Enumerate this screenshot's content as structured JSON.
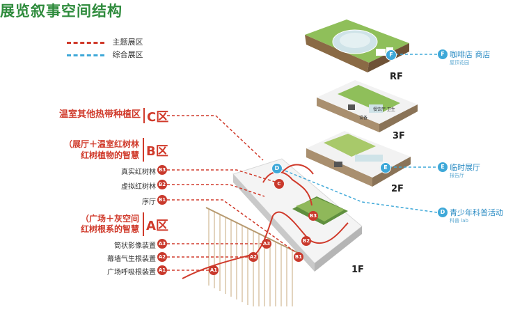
{
  "title": "展览叙事空间结构",
  "legend": [
    {
      "label": "主题展区",
      "color": "#d03a2b"
    },
    {
      "label": "综合展区",
      "color": "#3ea8d8"
    }
  ],
  "sections": [
    {
      "id": "C",
      "title_lines": [
        "温室其他热带种植区"
      ],
      "letter": "C区",
      "items": []
    },
    {
      "id": "B",
      "title_lines": [
        "（展厅＋温室红树林",
        "红树植物的智慧"
      ],
      "letter": "B区",
      "items": [
        {
          "label": "真实红树林",
          "code": "B3"
        },
        {
          "label": "虚拟红树林",
          "code": "B2"
        },
        {
          "label": "序厅",
          "code": "B1"
        }
      ]
    },
    {
      "id": "A",
      "title_lines": [
        "（广场＋灰空间",
        "红树根系的智慧"
      ],
      "letter": "A区",
      "items": [
        {
          "label": "筒状影像装置",
          "code": "A3"
        },
        {
          "label": "幕墙气生根装置",
          "code": "A2"
        },
        {
          "label": "广场呼吸根装置",
          "code": "A1"
        }
      ]
    }
  ],
  "floors": [
    "RF",
    "3F",
    "2F",
    "1F"
  ],
  "right_labels": [
    {
      "code": "F",
      "title": "咖啡店 商店",
      "subtitle": "屋顶花园"
    },
    {
      "code": "E",
      "title": "临时展厅",
      "subtitle": "报告厅"
    },
    {
      "code": "D",
      "title": "青少年科普活动",
      "subtitle": "科普 lab"
    }
  ],
  "model_badges": [
    "C",
    "D",
    "B3",
    "B2",
    "B1",
    "A3",
    "A2",
    "A1",
    "E",
    "F"
  ],
  "model_text": [
    "餐饮厅 卫生",
    "设备"
  ],
  "colors": {
    "red": "#d03a2b",
    "blue": "#3ea8d8",
    "green": "#2e8b3c"
  }
}
